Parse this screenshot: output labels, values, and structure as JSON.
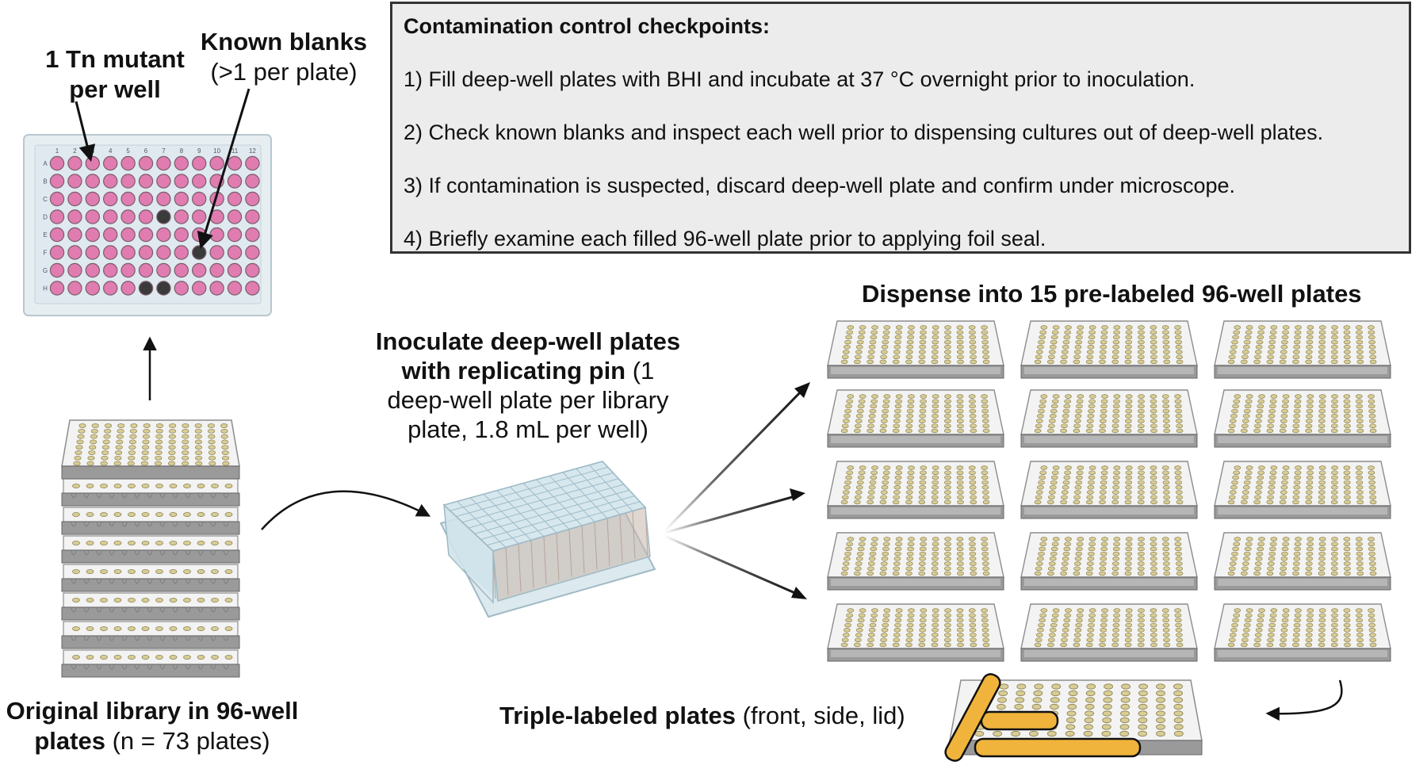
{
  "checkpoints": {
    "title": "Contamination control checkpoints:",
    "items": [
      "1) Fill deep-well plates with BHI and incubate at 37 °C overnight prior to inoculation.",
      "2) Check known blanks and inspect each well prior to dispensing cultures out of deep-well plates.",
      "3) If contamination is suspected, discard deep-well plate and confirm under microscope.",
      "4) Briefly examine each filled 96-well plate prior to applying foil seal."
    ]
  },
  "top_plate": {
    "label_mutant_line1": "1 Tn mutant",
    "label_mutant_line2": "per well",
    "label_blanks_line1": "Known blanks",
    "label_blanks_line2": "(>1 per plate)",
    "column_labels": [
      "1",
      "2",
      "3",
      "4",
      "5",
      "6",
      "7",
      "8",
      "9",
      "10",
      "11",
      "12"
    ],
    "row_labels": [
      "A",
      "B",
      "C",
      "D",
      "E",
      "F",
      "G",
      "H"
    ],
    "blank_wells": [
      "D7",
      "F9",
      "H6",
      "H7"
    ]
  },
  "library": {
    "caption_bold_1": "Original library in 96-well",
    "caption_bold_2": "plates",
    "caption_normal_2": " (n = 73 plates)"
  },
  "inoculate": {
    "line1_bold": "Inoculate deep-well plates",
    "line2_bold": "with replicating pin",
    "line2_normal": " (1",
    "line3": "deep-well plate per library",
    "line4": "plate, 1.8 mL per well)"
  },
  "dispense": {
    "title": "Dispense into 15 pre-labeled 96-well plates",
    "plate_count": 15
  },
  "triple": {
    "label_bold": "Triple-labeled plates",
    "label_normal": " (front, side, lid)"
  },
  "colors": {
    "well_filled": "#e07cb0",
    "well_blank": "#3a3a3a",
    "plate_base": "#eef3f6",
    "label_tape": "#f0b43c",
    "small_well": "#d8cd96"
  }
}
